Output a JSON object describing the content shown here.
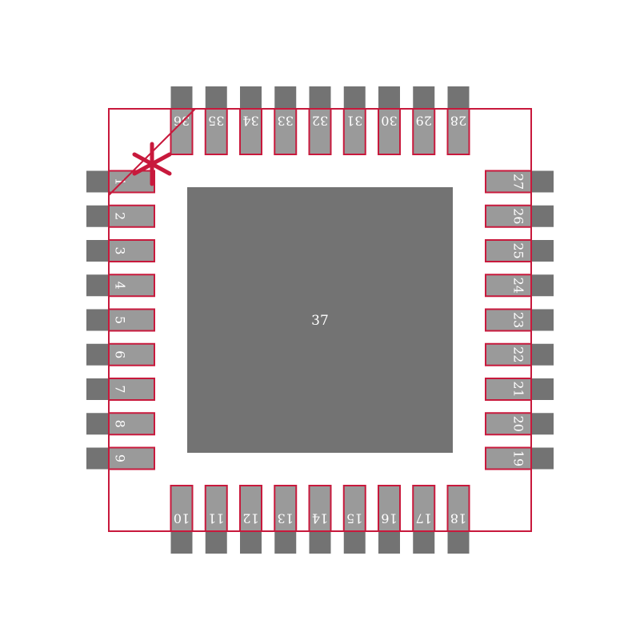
{
  "footprint": {
    "left_pins": [
      "1",
      "2",
      "3",
      "4",
      "5",
      "6",
      "7",
      "8",
      "9"
    ],
    "bottom_pins": [
      "10",
      "11",
      "12",
      "13",
      "14",
      "15",
      "16",
      "17",
      "18"
    ],
    "right_pins": [
      "19",
      "20",
      "21",
      "22",
      "23",
      "24",
      "25",
      "26",
      "27"
    ],
    "top_pins": [
      "28",
      "29",
      "30",
      "31",
      "32",
      "33",
      "34",
      "35",
      "36"
    ],
    "thermal_pad": "37",
    "pin1_marker": "pin-1-marker-icon"
  },
  "colors": {
    "background": "#ffffff",
    "pad_copper": "#737373",
    "pad_overlay": "#9a9a9a",
    "outline": "#c8193c",
    "label": "#ffffff"
  }
}
